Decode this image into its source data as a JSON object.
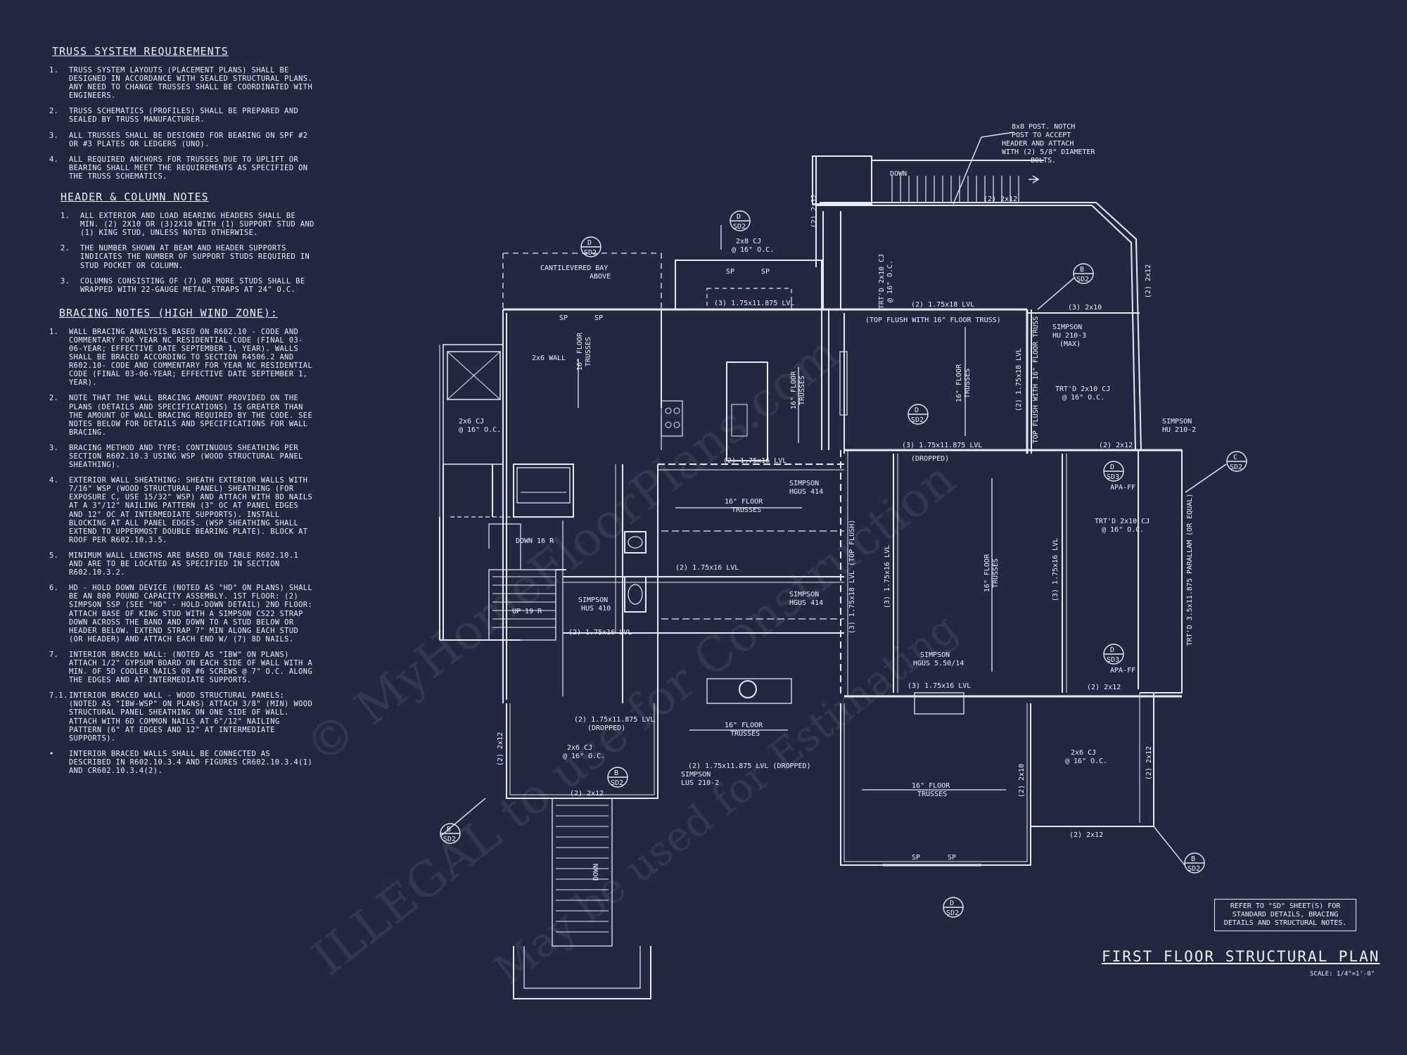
{
  "notes": {
    "truss": {
      "title": "TRUSS SYSTEM REQUIREMENTS",
      "items": [
        {
          "n": "1.",
          "t": "TRUSS SYSTEM LAYOUTS (PLACEMENT PLANS) SHALL BE DESIGNED IN ACCORDANCE WITH SEALED STRUCTURAL PLANS. ANY NEED TO CHANGE TRUSSES SHALL BE COORDINATED WITH ENGINEERS."
        },
        {
          "n": "2.",
          "t": "TRUSS SCHEMATICS (PROFILES) SHALL BE PREPARED AND SEALED BY TRUSS MANUFACTURER."
        },
        {
          "n": "3.",
          "t": "ALL TRUSSES SHALL BE DESIGNED FOR BEARING ON SPF #2 OR #3 PLATES OR LEDGERS (UNO)."
        },
        {
          "n": "4.",
          "t": "ALL REQUIRED ANCHORS FOR TRUSSES DUE TO UPLIFT OR BEARING SHALL MEET THE REQUIREMENTS AS SPECIFIED ON THE TRUSS SCHEMATICS."
        }
      ]
    },
    "header": {
      "title": "HEADER & COLUMN NOTES",
      "items": [
        {
          "n": "1.",
          "t": "ALL EXTERIOR AND LOAD BEARING HEADERS SHALL BE MIN. (2) 2x10 OR (3)2x10 WITH (1) SUPPORT STUD AND (1) KING STUD, UNLESS NOTED OTHERWISE."
        },
        {
          "n": "2.",
          "t": "THE NUMBER SHOWN AT BEAM AND HEADER SUPPORTS INDICATES THE NUMBER OF SUPPORT STUDS REQUIRED IN STUD POCKET OR COLUMN."
        },
        {
          "n": "3.",
          "t": "COLUMNS CONSISTING OF (7) OR MORE STUDS SHALL BE WRAPPED WITH 22-GAUGE METAL STRAPS AT 24\" O.C."
        }
      ]
    },
    "bracing": {
      "title": "BRACING NOTES (HIGH WIND ZONE):",
      "items": [
        {
          "n": "1.",
          "t": "WALL BRACING ANALYSIS BASED ON R602.10 - CODE AND COMMENTARY FOR YEAR NC RESIDENTIAL CODE (FINAL 03-06-YEAR; EFFECTIVE DATE SEPTEMBER 1, YEAR). WALLS SHALL BE BRACED ACCORDING TO SECTION R4506.2 AND R602.10- CODE AND COMMENTARY FOR YEAR NC RESIDENTIAL CODE (FINAL 03-06-YEAR; EFFECTIVE DATE SEPTEMBER 1, YEAR)."
        },
        {
          "n": "2.",
          "t": "NOTE THAT THE WALL BRACING AMOUNT PROVIDED ON THE PLANS (DETAILS AND SPECIFICATIONS) IS GREATER THAN THE AMOUNT OF WALL BRACING REQUIRED BY THE CODE. SEE NOTES BELOW FOR DETAILS AND SPECIFICATIONS FOR WALL BRACING."
        },
        {
          "n": "3.",
          "t": "BRACING METHOD AND TYPE: CONTINUOUS SHEATHING PER SECTION R602.10.3 USING WSP (WOOD STRUCTURAL PANEL SHEATHING)."
        },
        {
          "n": "4.",
          "t": "EXTERIOR WALL SHEATHING: SHEATH EXTERIOR WALLS WITH 7/16\" WSP (WOOD STRUCTURAL PANEL) SHEATHING (FOR EXPOSURE C, USE 15/32\" WSP) AND ATTACH WITH 8d NAILS AT A 3\"/12\" NAILING PATTERN (3\" OC AT PANEL EDGES AND 12\" OC AT INTERMEDIATE SUPPORTS). INSTALL BLOCKING AT ALL PANEL EDGES. (WSP SHEATHING SHALL EXTEND TO UPPERMOST DOUBLE BEARING PLATE). BLOCK AT ROOF PER R602.10.3.5."
        },
        {
          "n": "5.",
          "t": "MINIMUM WALL LENGTHS ARE BASED ON TABLE R602.10.1 AND ARE TO BE LOCATED AS SPECIFIED IN SECTION R602.10.3.2."
        },
        {
          "n": "6.",
          "t": "HD - HOLD DOWN DEVICE (NOTED AS \"HD\" ON PLANS) SHALL BE AN 800 POUND CAPACITY ASSEMBLY. 1ST FLOOR: (2) SIMPSON SSP (SEE \"HD\" - HOLD-DOWN DETAIL) 2ND FLOOR: ATTACH BASE OF KING STUD WITH A SIMPSON CS22 STRAP DOWN ACROSS THE BAND AND DOWN TO A STUD BELOW OR HEADER BELOW. EXTEND STRAP 7\" MIN ALONG EACH STUD (OR HEADER) AND ATTACH EACH END W/ (7) 8d NAILS."
        },
        {
          "n": "7.",
          "t": "INTERIOR BRACED WALL: (NOTED AS \"IBW\" ON PLANS) ATTACH 1/2\" GYPSUM BOARD ON EACH SIDE OF WALL WITH A MIN. OF 5d COOLER NAILS OR #6 SCREWS @ 7\" O.C. ALONG THE EDGES AND AT INTERMEDIATE SUPPORTS."
        },
        {
          "n": "7.1.",
          "t": "INTERIOR BRACED WALL - WOOD STRUCTURAL PANELS: (NOTED AS \"IBW-WSP\" ON PLANS) ATTACH 3/8\" (MIN) WOOD STRUCTURAL PANEL SHEATHING ON ONE SIDE OF WALL. ATTACH WITH 6d COMMON NAILS AT 6\"/12\" NAILING PATTERN (6\" AT EDGES AND 12\" AT INTERMEDIATE SUPPORTS)."
        },
        {
          "n": "•",
          "t": "INTERIOR BRACED WALLS SHALL BE CONNECTED AS DESCRIBED IN R602.10.3.4 AND FIGURES CR602.10.3.4(1) AND CR602.10.3.4(2)."
        }
      ]
    }
  },
  "plan": {
    "title": "FIRST FLOOR STRUCTURAL PLAN",
    "scale": "SCALE: 1/4\"=1'-0\"",
    "reference_box": "REFER TO \"SD\" SHEET(S) FOR STANDARD DETAILS, BRACING DETAILS AND STRUCTURAL NOTES.",
    "labels": {
      "post_note_1": "8x8 POST. NOTCH",
      "post_note_2": "POST TO ACCEPT",
      "post_note_3": "HEADER AND ATTACH",
      "post_note_4": "WITH (2) 5/8\" DIAMETER",
      "post_note_5": "BOLTS.",
      "down_top": "DOWN",
      "deck_beam": "(2) 2x12",
      "cj_2x8": "2x8 CJ",
      "oc_16": "@ 16\" O.C.",
      "cantilever_1": "CANTILEVERED BAY",
      "cantilever_2": "ABOVE",
      "lvl_bay": "(3) 1.75x11.875 LVL",
      "lvl_218": "(2) 1.75x18 LVL",
      "top_flush": "(TOP FLUSH WITH 16\" FLOOR TRUSS)",
      "trtd_left": "TRT'D 2x10 CJ",
      "wall_2x6": "2x6 WALL",
      "floor_trusses": "16\" FLOOR TRUSSES",
      "floor_trusses_a": "16\" FLOOR",
      "floor_trusses_b": "TRUSSES",
      "simpson_hu": "SIMPSON",
      "hu_2103": "HU 210-3",
      "max": "(MAX)",
      "beam_3_2x10": "(3) 2x10",
      "trtd_2x10": "TRT'D 2x10 CJ",
      "lvl_3_1875": "(3) 1.75x11.875 LVL",
      "dropped": "(DROPPED)",
      "hu_2102": "HU 210-2",
      "cj_2x6": "2x6 CJ",
      "lvl_216": "(2) 1.75x16 LVL",
      "hgus_414": "HGUS 414",
      "down_16": "DOWN 16 R",
      "up_19": "UP 19 R",
      "hus_410": "HUS 410",
      "apa_ff": "APA-FF",
      "parallam": "TRT'D 3.5x11.875 PARALLAM (OR EQUAL)",
      "hgus_550": "HGUS 5.50/14",
      "lvl_316": "(3) 1.75x16 LVL",
      "lvl_2_1875": "(2) 1.75x11.875 LVL",
      "lvl_2_1875_d": "(2) 1.75x11.875 LVL (DROPPED)",
      "lus_2102": "LUS 210-2",
      "beam_2x10": "(2) 2x10",
      "down_stair": "DOWN",
      "lvl_318_v": "(3) 1.75x18 LVL (TOP FLUSH)",
      "lvl_316_v": "(3) 1.75x16 LVL",
      "lvl_218_v": "(2) 1.75x18 LVL",
      "top_flush_v": "TOP FLUSH WITH 16\" FLOOR TRUSS",
      "sp": "SP",
      "hd_d": "D",
      "hd_b": "B",
      "hd_c": "C",
      "sd2": "SD2",
      "sd3": "SD3"
    }
  },
  "watermark": {
    "line1": "© MyHomeFloorPlans.com",
    "line2": "ILLEGAL to use for Construction",
    "line3": "May be used for Estimating"
  },
  "colors": {
    "background": "#232841",
    "ink": "#eef0f6"
  }
}
